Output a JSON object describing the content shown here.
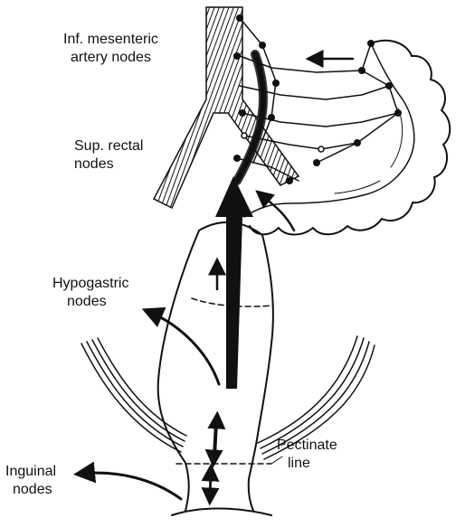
{
  "labels": {
    "inf_mesenteric": [
      "Inf. mesenteric",
      "artery nodes"
    ],
    "sup_rectal": [
      "Sup. rectal",
      "nodes"
    ],
    "hypogastric": [
      "Hypogastric",
      "nodes"
    ],
    "pectinate": [
      "Pectinate",
      "line"
    ],
    "inguinal": [
      "Inguinal",
      "nodes"
    ]
  },
  "colors": {
    "ink": "#111111",
    "background": "#ffffff"
  }
}
